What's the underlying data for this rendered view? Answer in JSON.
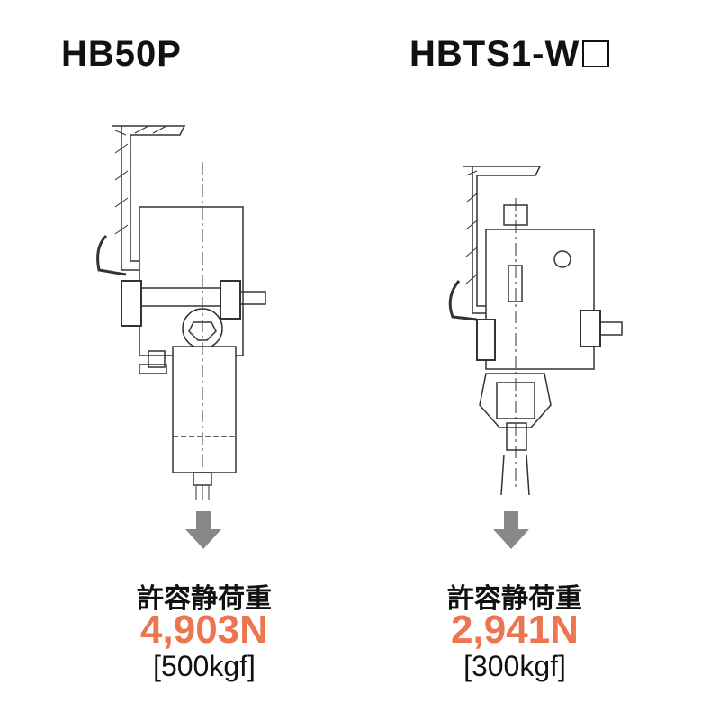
{
  "products": [
    {
      "model": "HB50P",
      "load_label": "許容静荷重",
      "load_value": "4,903N",
      "load_kgf": "[500kgf]"
    },
    {
      "model": "HBTS1-W",
      "load_label": "許容静荷重",
      "load_value": "2,941N",
      "load_kgf": "[300kgf]"
    }
  ],
  "colors": {
    "accent": "#ec7650",
    "arrow": "#888888",
    "line": "#333333"
  }
}
